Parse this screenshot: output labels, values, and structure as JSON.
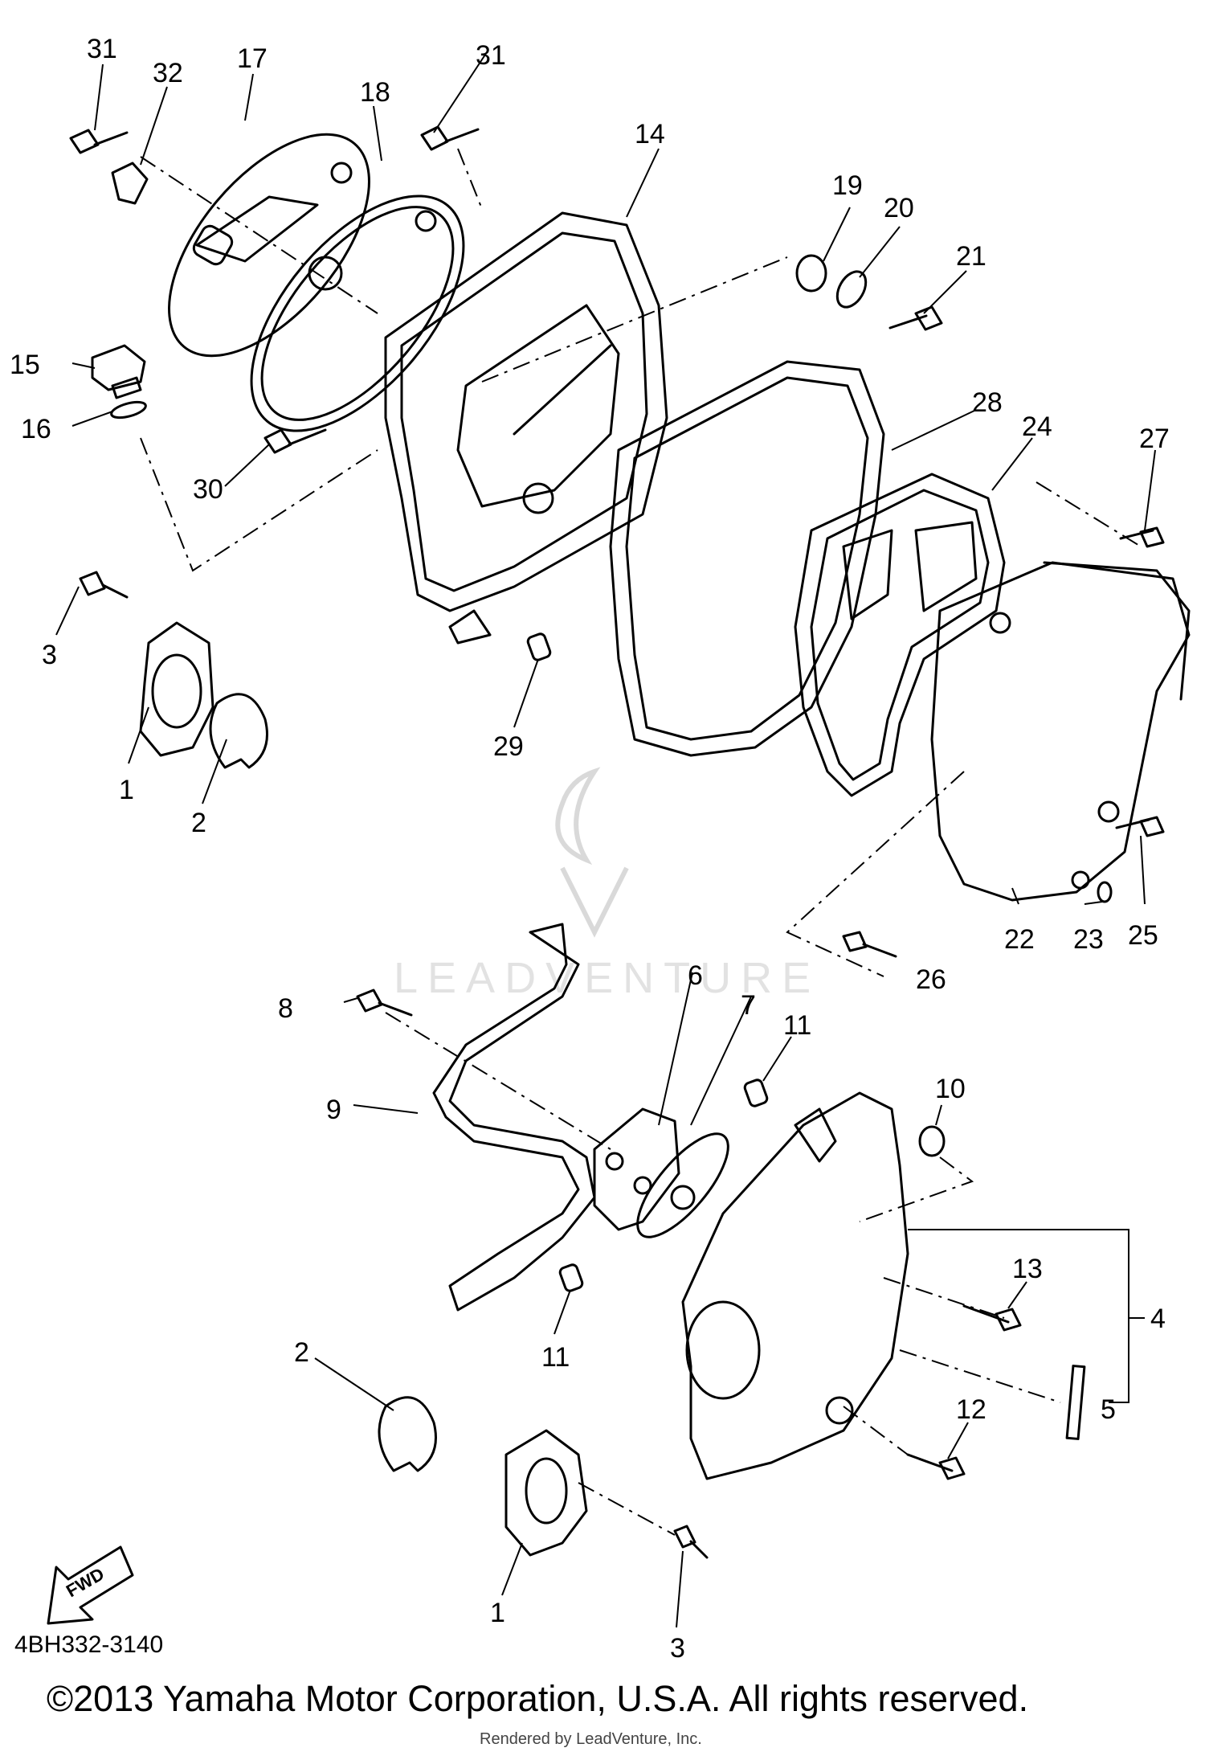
{
  "diagram": {
    "catalog_code": "4BH332-3140",
    "copyright": "©2013 Yamaha Motor Corporation, U.S.A. All rights reserved.",
    "rendered_by": "Rendered by LeadVenture, Inc.",
    "watermark": "LEADVENTURE",
    "fwd_label": "FWD",
    "callouts": [
      "31",
      "32",
      "17",
      "18",
      "31",
      "14",
      "19",
      "20",
      "21",
      "15",
      "16",
      "30",
      "28",
      "24",
      "27",
      "3",
      "1",
      "2",
      "29",
      "22",
      "23",
      "25",
      "26",
      "6",
      "7",
      "11",
      "10",
      "8",
      "9",
      "13",
      "4",
      "11",
      "2",
      "5",
      "12",
      "1",
      "3"
    ]
  }
}
